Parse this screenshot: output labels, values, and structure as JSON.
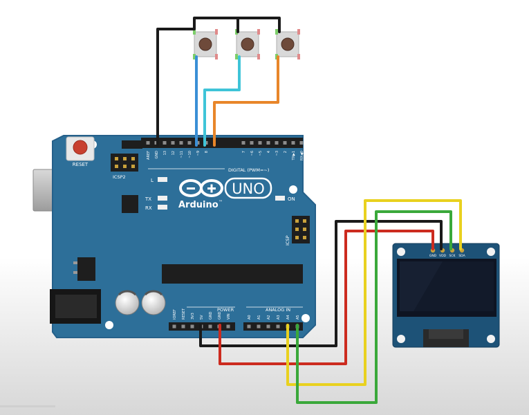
{
  "board": {
    "brand_word": "UNO",
    "maker_name": "Arduino",
    "trademark": "™",
    "reset_label": "RESET",
    "icsp2_label": "ICSP2",
    "icsp_label": "ICSP",
    "led_l": "L",
    "led_tx": "TX",
    "led_rx": "RX",
    "led_on": "ON",
    "digital_header": "DIGITAL (PWM=~)",
    "power_header": "POWER",
    "analog_header": "ANALOG IN",
    "digital_pins": [
      "AREF",
      "GND",
      "13",
      "12",
      "~11",
      "~10",
      "~9",
      "8",
      "7",
      "~6",
      "~5",
      "4",
      "~3",
      "2",
      "TX▶1",
      "RX◀0"
    ],
    "power_pins": [
      "IOREF",
      "RESET",
      "3V3",
      "5V",
      "GND",
      "GND",
      "VIN"
    ],
    "analog_pins": [
      "A0",
      "A1",
      "A2",
      "A3",
      "A4",
      "A5"
    ]
  },
  "oled": {
    "pins": [
      "GND",
      "VDD",
      "SCK",
      "SDA"
    ]
  },
  "wires": {
    "colors": {
      "black": "#1a1a1a",
      "blue": "#3a8fd6",
      "cyan": "#3fc4d8",
      "orange": "#e8862a",
      "red": "#cc2b1f",
      "yellow": "#e9d11f",
      "green": "#3aa83a"
    }
  },
  "colors": {
    "board_blue": "#2d6f99",
    "board_edge": "#25608a",
    "silk": "#ffffff",
    "oled_screen": "#121a2a",
    "oled_pcb": "#1d5277"
  },
  "icons": {
    "logo": "infinity-plus-minus-logo",
    "usb": "usb-b-connector-icon",
    "power_jack": "dc-jack-icon",
    "button": "push-button-icon"
  }
}
